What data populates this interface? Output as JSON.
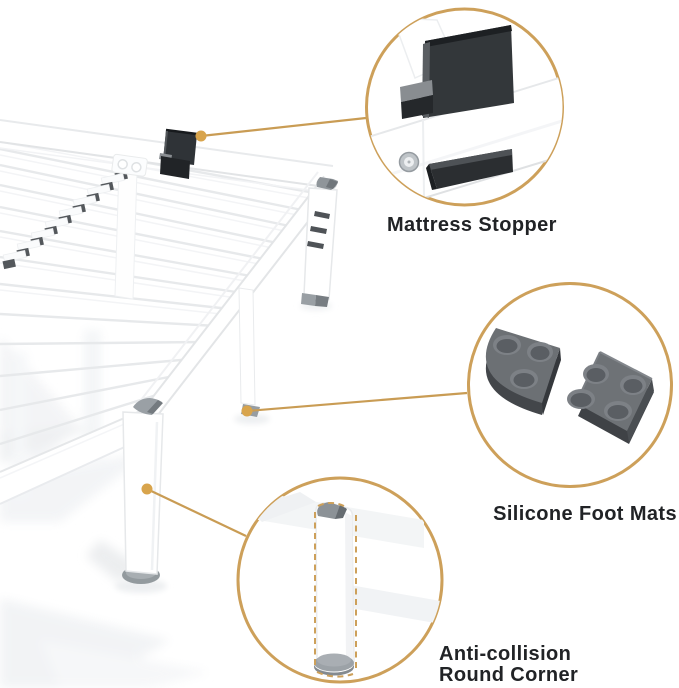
{
  "colors": {
    "accent_circle_stroke": "#CDA05A",
    "leader_line": "#C99C54",
    "callout_dot": "#D8A44C",
    "label_text": "#212326",
    "hardware_dark": "#33373A",
    "silicone_gray": "#6C7074",
    "foot_pad_gray": "#9AA0A5",
    "frame_white": "#FFFFFF"
  },
  "callouts": [
    {
      "id": "mattress-stopper",
      "label": "Mattress Stopper"
    },
    {
      "id": "silicone-foot-mats",
      "label": "Silicone Foot Mats"
    },
    {
      "id": "anti-collision-round-corner",
      "label_line1": "Anti-collision",
      "label_line2": "Round Corner"
    }
  ]
}
